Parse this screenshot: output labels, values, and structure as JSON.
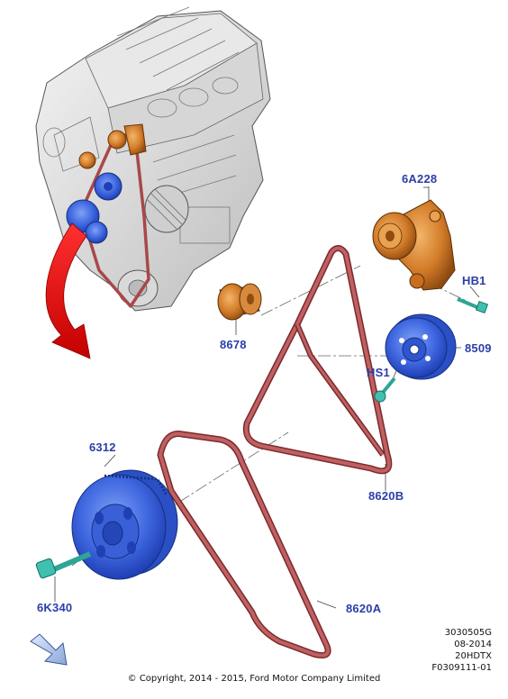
{
  "parts": {
    "tensioner": "6A228",
    "bolt_hb1": "HB1",
    "idler": "8678",
    "water_pump_pulley": "8509",
    "bolt_hs1": "HS1",
    "belt_b": "8620B",
    "crank_pulley": "6312",
    "crank_bolt": "6K340",
    "belt_a": "8620A"
  },
  "meta": {
    "line1": "3030505G",
    "line2": "08-2014",
    "line3": "20HDTX",
    "line4": "F0309111-01"
  },
  "copyright": "© Copyright, 2014 - 2015, Ford Motor Company Limited",
  "colors": {
    "label": "#2b3ea8",
    "belt": "#a8484a",
    "pulley_blue": "#3f67e0",
    "part_orange": "#c96d1e",
    "bolt_teal": "#3fc0b0",
    "arrow_red": "#e51e1e"
  }
}
